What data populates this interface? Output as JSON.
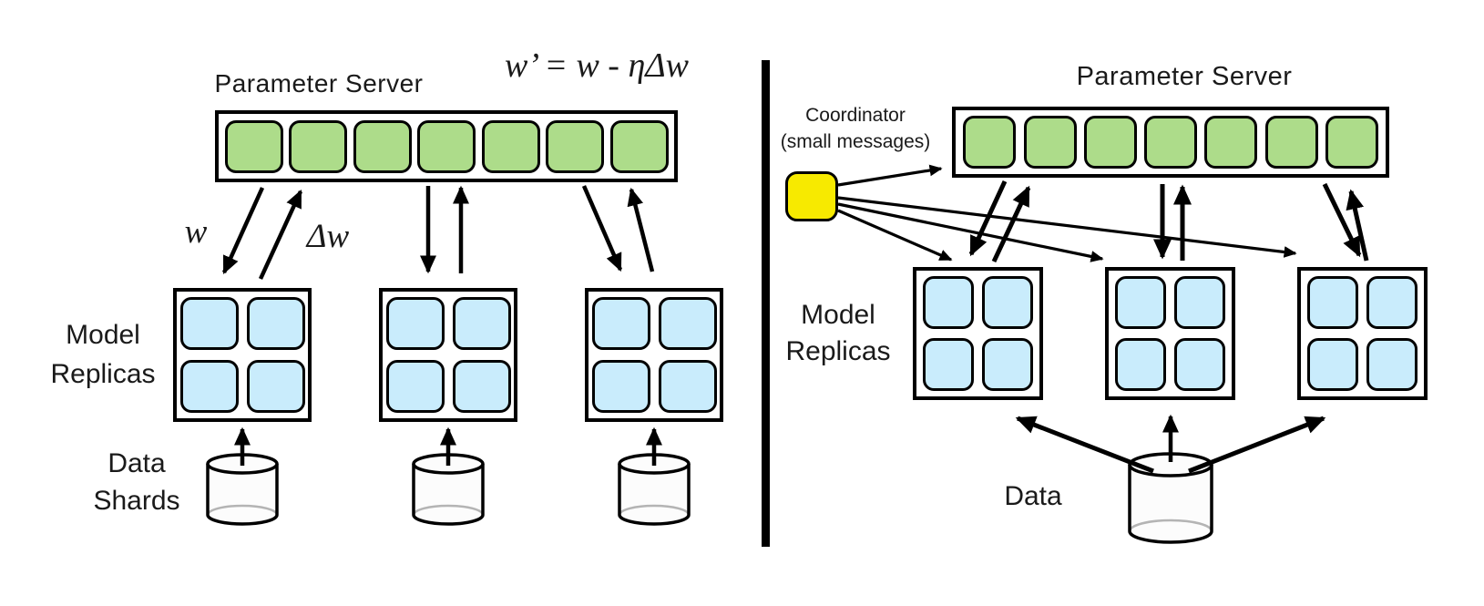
{
  "diagram": {
    "left_panel": {
      "title": "Parameter Server",
      "equation": "w’ = w - ηΔw",
      "weight_arrow_label": "w",
      "gradient_arrow_label": "Δw",
      "replicas_label_line1": "Model",
      "replicas_label_line2": "Replicas",
      "data_label_line1": "Data",
      "data_label_line2": "Shards",
      "server_cell_count": 7,
      "replica_count": 3,
      "cells_per_replica": 4,
      "data_shard_count": 3
    },
    "right_panel": {
      "title": "Parameter Server",
      "coordinator_label_line1": "Coordinator",
      "coordinator_label_line2": "(small messages)",
      "replicas_label_line1": "Model",
      "replicas_label_line2": "Replicas",
      "data_label": "Data",
      "server_cell_count": 7,
      "replica_count": 3,
      "cells_per_replica": 4,
      "data_store_count": 1
    },
    "colors": {
      "server_cell": "#addc8a",
      "replica_cell": "#c9ecfc",
      "coordinator": "#f7ea00",
      "outline": "#000000"
    }
  }
}
